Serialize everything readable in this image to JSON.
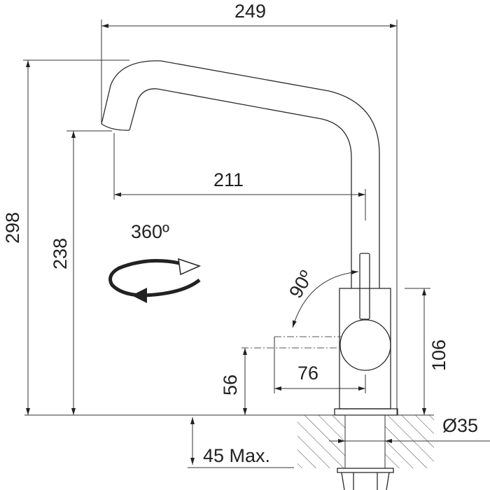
{
  "dimensions": {
    "overall_width": "249",
    "overall_height": "298",
    "spout_height": "238",
    "spout_reach": "211",
    "rotation": "360º",
    "lever_angle": "90º",
    "body_height": "106",
    "lever_height": "56",
    "lever_reach": "76",
    "max_counter_thickness": "45 Max.",
    "hole_diameter": "Ø35"
  },
  "colors": {
    "line": "#2a2a2a",
    "background": "#ffffff"
  }
}
